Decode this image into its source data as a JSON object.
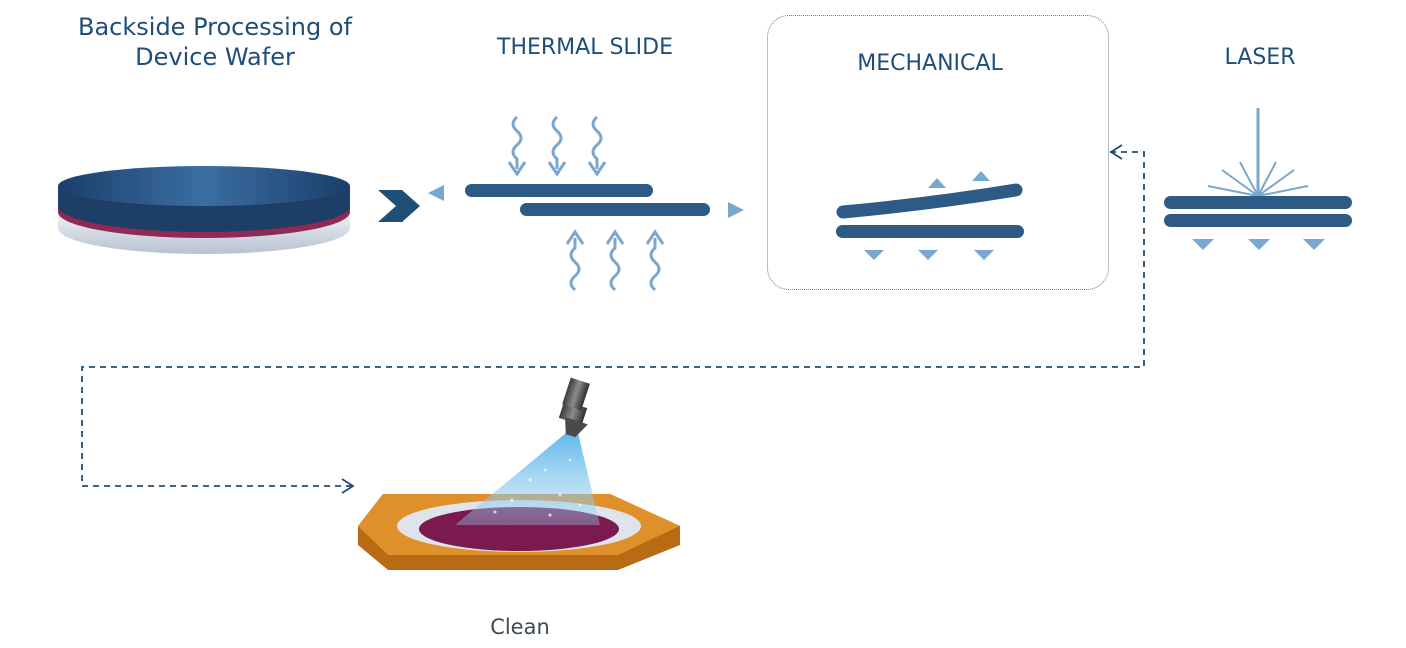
{
  "steps": {
    "backside": "Backside Processing of Device Wafer",
    "thermal": "THERMAL SLIDE",
    "mechanical": "MECHANICAL",
    "laser": "LASER",
    "clean": "Clean"
  },
  "colors": {
    "label": "#1f4e79",
    "layer": "#2e5a86",
    "accent": "#7aa7cf",
    "connector": "#1f4e79",
    "pad": "#e0902a",
    "wafer": "#7a1a4e"
  }
}
